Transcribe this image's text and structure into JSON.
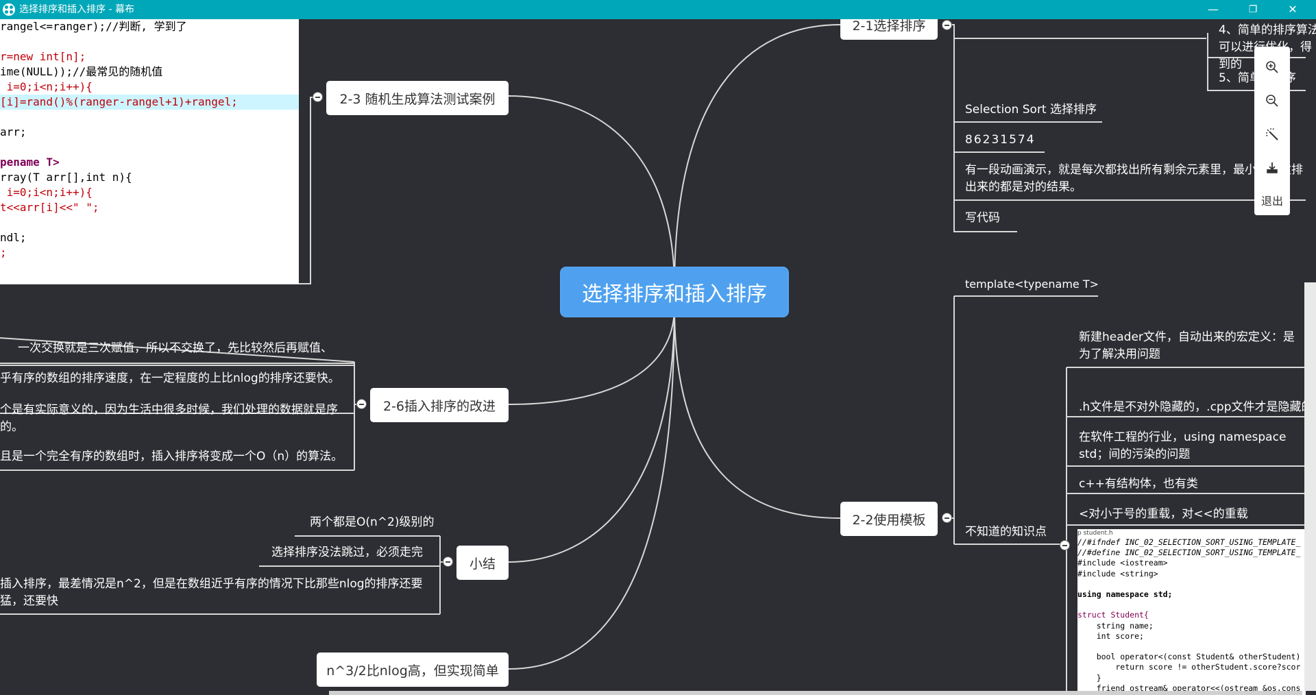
{
  "window": {
    "title": "选择排序和插入排序 - 幕布",
    "minimize": "—",
    "restore": "❐",
    "close": "✕"
  },
  "mindmap": {
    "root": "选择排序和插入排序",
    "left": {
      "random_cases": {
        "label": "2-3 随机生成算法测试案例",
        "code_lines": [
          "rangel<=ranger);//判断, 学到了",
          "",
          "r=new int[n];",
          "ime(NULL));//最常见的随机值",
          " i=0;i<n;i++){",
          "[i]=rand()%(ranger-rangel+1)+rangel;",
          "",
          "arr;",
          "",
          "pename T>",
          "rray(T arr[],int n){",
          " i=0;i<n;i++){",
          "t<<arr[i]<<\" \";",
          "",
          "ndl;",
          ";"
        ]
      },
      "insertion_improve": {
        "label": "2-6插入排序的改进",
        "items": [
          "一次交换就是三次赋值，所以不交换了，先比较然后再赋值、",
          "乎有序的数组的排序速度，在一定程度的上比nlog的排序还要快。",
          "个是有实际意义的，因为生活中很多时候，我们处理的数据就是序的。",
          "且是一个完全有序的数组时，插入排序将变成一个O（n）的算法。"
        ]
      },
      "summary": {
        "label": "小结",
        "items": [
          "两个都是O(n^2)级别的",
          "选择排序没法跳过，必须走完",
          "插入排序，最差情况是n^2，但是在数组近乎有序的情况下比那些nlog的排序还要猛，还要快"
        ]
      },
      "n32": {
        "label": "n^3/2比nlog高，但实现简单"
      }
    },
    "right": {
      "selection": {
        "label": "2-1选择排序",
        "items": [
          "4、简单的排序算法可以进行优化，得到的",
          "5、简单的排序",
          "Selection Sort 选择排序",
          "86231574",
          "有一段动画演示，就是每次都找出所有剩余元素里，最小的，次排出来的都是对的结果。",
          "写代码"
        ]
      },
      "template": {
        "label": "2-2使用模板",
        "items": [
          "template<typename T>",
          "不知道的知识点"
        ],
        "unknown_items": [
          "新建header文件，自动出来的宏定义：是为了解决用问题",
          ".h文件是不对外隐藏的，.cpp文件才是隐藏的",
          "在软件工程的行业，using namespace std；间的污染的问题",
          "c++有结构体，也有类",
          "<对小于号的重载，对<<的重载"
        ],
        "code_caption": "p  student.h",
        "code_lines": [
          "//#ifndef INC_02_SELECTION_SORT_USING_TEMPLATE_",
          "//#define INC_02_SELECTION_SORT_USING_TEMPLATE_",
          "#include <iostream>",
          "#include <string>",
          "",
          "using namespace std;",
          "",
          "struct Student{",
          "    string name;",
          "    int score;",
          "",
          "    bool operator<(const Student& otherStudent)",
          "        return score != otherStudent.score?scor",
          "    }",
          "    friend ostream& operator<<(ostream &os,cons"
        ]
      }
    }
  },
  "toolbar": {
    "zoom_in": "zoom-in-icon",
    "zoom_out": "zoom-out-icon",
    "magic": "magic-wand-icon",
    "download": "download-icon",
    "exit": "退出"
  }
}
